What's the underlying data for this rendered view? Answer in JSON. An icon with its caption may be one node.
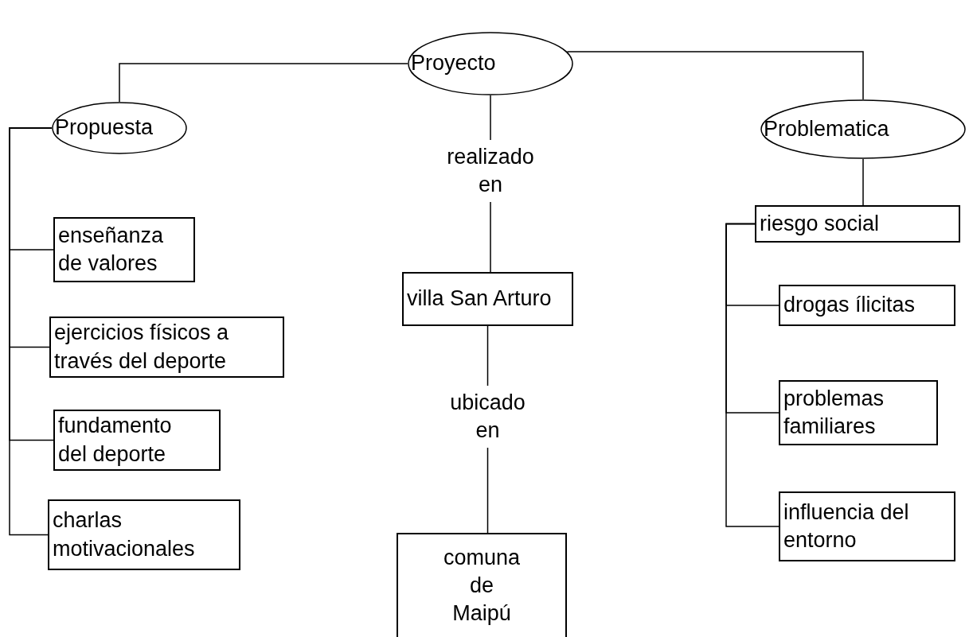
{
  "diagram": {
    "nodes": [
      {
        "text": [
          "Proyecto"
        ]
      },
      {
        "text": [
          "Propuesta"
        ]
      },
      {
        "text": [
          "Problematica"
        ]
      },
      {
        "text": [
          "enseñanza de valores"
        ]
      },
      {
        "text": [
          "ejercicios físicos a través del deporte"
        ]
      },
      {
        "text": [
          "fundamento del deporte"
        ]
      },
      {
        "text": [
          "charlas motivacionales"
        ]
      },
      {
        "text": [
          "villa San Arturo"
        ]
      },
      {
        "text": [
          "comuna de Maipú"
        ]
      },
      {
        "text": [
          "riesgo social"
        ]
      },
      {
        "text": [
          "drogas ílicitas"
        ]
      },
      {
        "text": [
          "problemas familiares"
        ]
      },
      {
        "text": [
          "influencia del entorno"
        ]
      }
    ],
    "edges": [
      {
        "from": 0,
        "to": 1,
        "arrow": "none"
      },
      {
        "from": 0,
        "to": 2,
        "arrow": "none"
      },
      {
        "from": 1,
        "to": 3,
        "arrow": "none"
      },
      {
        "from": 1,
        "to": 4,
        "arrow": "none"
      },
      {
        "from": 1,
        "to": 5,
        "arrow": "none"
      },
      {
        "from": 1,
        "to": 6,
        "arrow": "none"
      },
      {
        "from": 0,
        "to": 7,
        "arrow": "none",
        "label": "realizado en"
      },
      {
        "from": 7,
        "to": 8,
        "arrow": "none",
        "label": "ubicado en"
      },
      {
        "from": 2,
        "to": 9,
        "arrow": "none"
      },
      {
        "from": 9,
        "to": 10,
        "arrow": "none"
      },
      {
        "from": 9,
        "to": 11,
        "arrow": "none"
      },
      {
        "from": 9,
        "to": 12,
        "arrow": "none"
      }
    ]
  }
}
